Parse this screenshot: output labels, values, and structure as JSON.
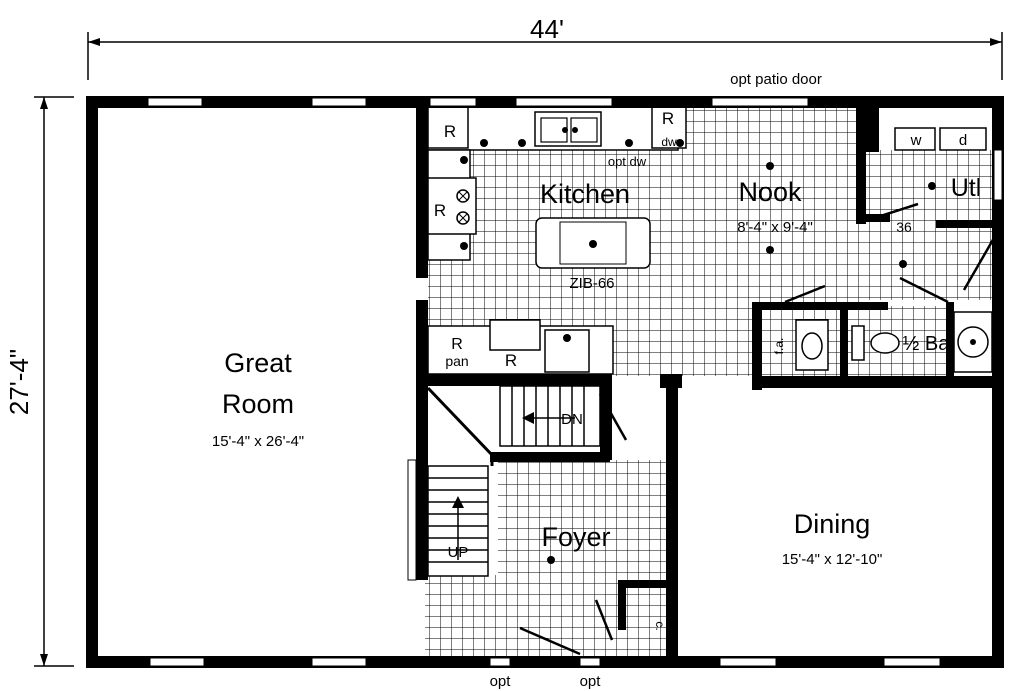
{
  "dimensions": {
    "width": "44'",
    "depth": "27'-4\""
  },
  "rooms": {
    "great_room": {
      "name_line1": "Great",
      "name_line2": "Room",
      "size": "15'-4\" x 26'-4\""
    },
    "kitchen": {
      "name": "Kitchen",
      "island": "ZIB-66"
    },
    "nook": {
      "name": "Nook",
      "size": "8'-4\" x 9'-4\""
    },
    "utility": {
      "name": "Utl"
    },
    "half_bath": {
      "name": "½ Ba"
    },
    "foyer": {
      "name": "Foyer"
    },
    "dining": {
      "name": "Dining",
      "size": "15'-4\" x 12'-10\""
    }
  },
  "notes": {
    "opt_patio_door": "opt patio door",
    "opt_dw": "opt dw",
    "door_36": "36",
    "opt_left": "opt",
    "opt_right": "opt"
  },
  "fixtures": {
    "r_top_left": "R",
    "r_top_right": "R",
    "dwr": "dwr",
    "r_range": "R",
    "r_pan_r": "R",
    "pan": "pan",
    "r_lower": "R",
    "washer": "w",
    "dryer": "d",
    "fa": "f.a.",
    "closet": "c.",
    "stair_up": "UP",
    "stair_dn": "DN"
  }
}
